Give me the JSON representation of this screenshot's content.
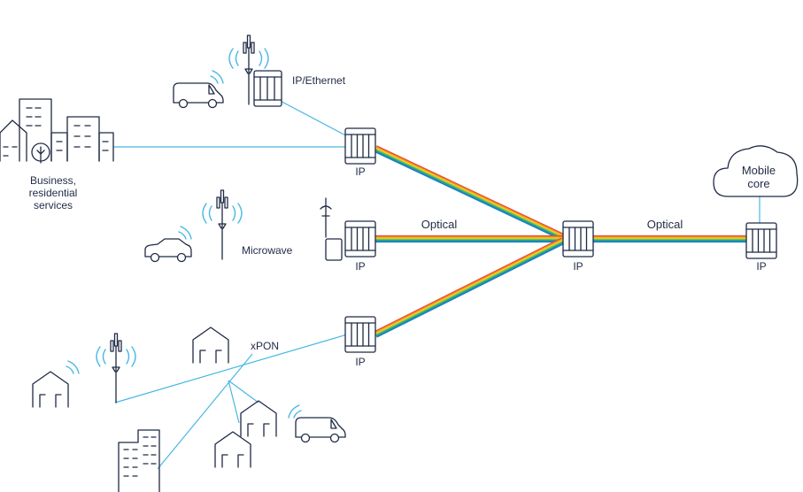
{
  "labels": {
    "business": [
      "Business,",
      "residential",
      "services"
    ],
    "ip_ethernet": "IP/Ethernet",
    "microwave": "Microwave",
    "xpon": "xPON",
    "optical_left": "Optical",
    "optical_right": "Optical",
    "mobile_core": [
      "Mobile",
      "core"
    ],
    "ip": "IP"
  },
  "colors": {
    "link_blue": "#48b8e3",
    "outline": "#1f2a44",
    "rainbow": [
      "#e84c3d",
      "#f39c12",
      "#f1d22a",
      "#7cc242",
      "#1aa3a0",
      "#1d7fc1"
    ]
  }
}
